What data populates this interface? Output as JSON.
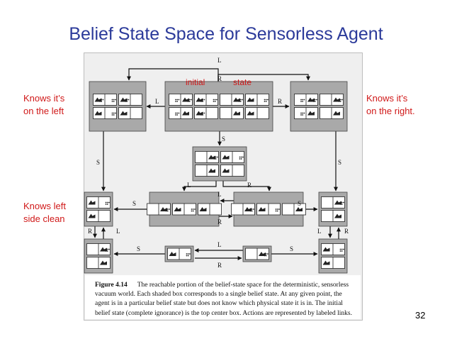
{
  "slide": {
    "title": "Belief State Space for Sensorless Agent",
    "page_number": "32"
  },
  "notes": {
    "left_top": [
      "Knows it’s",
      "on the left"
    ],
    "left_bottom": [
      "Knows left",
      "side clean"
    ],
    "right_top": [
      "Knows it’s",
      "on the right."
    ]
  },
  "diagram": {
    "initial_label": "initial",
    "state_label": "state",
    "edge_labels": {
      "left": "L",
      "right": "R",
      "suck": "S"
    },
    "belief_states": [
      {
        "id": "top-left",
        "worlds": [
          [
            1,
            1,
            1
          ],
          [
            1,
            1,
            0
          ],
          [
            1,
            0,
            1
          ],
          [
            1,
            0,
            0
          ]
        ]
      },
      {
        "id": "top-center",
        "worlds": [
          [
            0,
            1,
            1
          ],
          [
            1,
            1,
            1
          ],
          [
            0,
            0,
            1
          ],
          [
            1,
            0,
            1
          ],
          [
            0,
            1,
            0
          ],
          [
            1,
            1,
            0
          ],
          [
            0,
            0,
            0
          ],
          [
            1,
            0,
            0
          ]
        ]
      },
      {
        "id": "top-right",
        "worlds": [
          [
            0,
            1,
            1
          ],
          [
            0,
            0,
            1
          ],
          [
            0,
            1,
            0
          ],
          [
            0,
            0,
            0
          ]
        ]
      },
      {
        "id": "middle-center",
        "worlds": [
          [
            0,
            0,
            1
          ],
          [
            1,
            0,
            1
          ],
          [
            0,
            0,
            0
          ],
          [
            1,
            0,
            0
          ]
        ]
      },
      {
        "id": "left-col-upper",
        "worlds": [
          [
            1,
            0,
            1
          ],
          [
            1,
            0,
            0
          ]
        ]
      },
      {
        "id": "row3-left",
        "worlds": [
          [
            0,
            0,
            1
          ],
          [
            1,
            0,
            1
          ],
          [
            1,
            0,
            0
          ]
        ]
      },
      {
        "id": "row3-right",
        "worlds": [
          [
            0,
            0,
            1
          ],
          [
            1,
            0,
            1
          ],
          [
            0,
            0,
            0
          ]
        ]
      },
      {
        "id": "right-col-upper",
        "worlds": [
          [
            0,
            0,
            1
          ],
          [
            0,
            0,
            0
          ]
        ]
      },
      {
        "id": "left-col-lower",
        "worlds": [
          [
            0,
            0,
            1
          ],
          [
            0,
            0,
            0
          ]
        ]
      },
      {
        "id": "row4-left",
        "worlds": [
          [
            1,
            0,
            1
          ]
        ]
      },
      {
        "id": "row4-right",
        "worlds": [
          [
            0,
            0,
            1
          ]
        ]
      },
      {
        "id": "right-col-lower",
        "worlds": [
          [
            1,
            0,
            1
          ],
          [
            1,
            0,
            0
          ]
        ]
      }
    ]
  },
  "caption": {
    "label": "Figure 4.14",
    "text": "The reachable portion of the belief-state space for the deterministic, sensorless vacuum world. Each shaded box corresponds to a single belief state. At any given point, the agent is in a particular belief state but does not know which physical state it is in. The initial belief state (complete ignorance) is the top center box. Actions are represented by labeled links. Self-loops are omitted for clarity."
  },
  "colors": {
    "title": "#2b3a9a",
    "notes": "#d01818",
    "belief_box": "#a9a9a9",
    "figure_bg": "#efefef"
  }
}
